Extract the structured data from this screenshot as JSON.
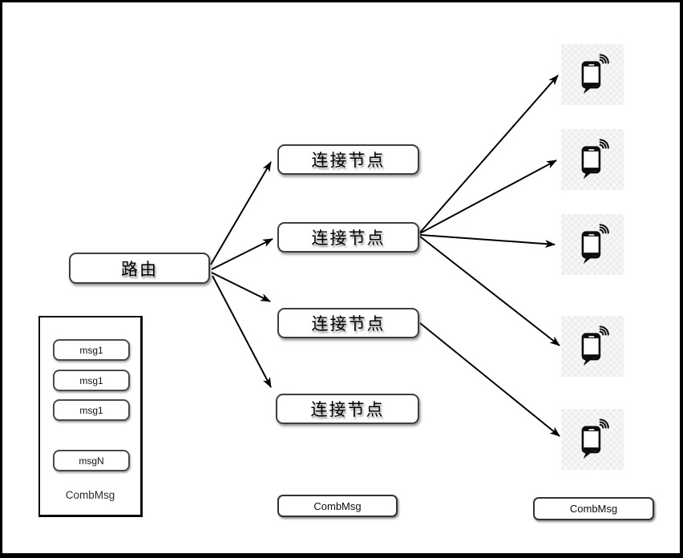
{
  "canvas": {
    "background": "#ffffff",
    "frame_color": "#000000"
  },
  "router": {
    "label": "路由"
  },
  "connection_nodes": [
    {
      "label": "连接节点"
    },
    {
      "label": "连接节点"
    },
    {
      "label": "连接节点"
    },
    {
      "label": "连接节点"
    }
  ],
  "phones": {
    "count": 5,
    "icon": "smartphone-chat-wifi-icon"
  },
  "message_stack": {
    "items": [
      "msg1",
      "msg1",
      "msg1",
      "msgN"
    ],
    "caption": "CombMsg"
  },
  "center_combmsg": {
    "label": "CombMsg"
  },
  "right_combmsg": {
    "label": "CombMsg"
  },
  "edges": [
    {
      "from": "router",
      "to": "connection-node-1"
    },
    {
      "from": "router",
      "to": "connection-node-2"
    },
    {
      "from": "router",
      "to": "connection-node-3"
    },
    {
      "from": "router",
      "to": "connection-node-4"
    },
    {
      "from": "connection-node-2",
      "to": "phone-1"
    },
    {
      "from": "connection-node-2",
      "to": "phone-2"
    },
    {
      "from": "connection-node-2",
      "to": "phone-3"
    },
    {
      "from": "connection-node-2",
      "to": "phone-4"
    },
    {
      "from": "connection-node-3",
      "to": "phone-5"
    }
  ]
}
